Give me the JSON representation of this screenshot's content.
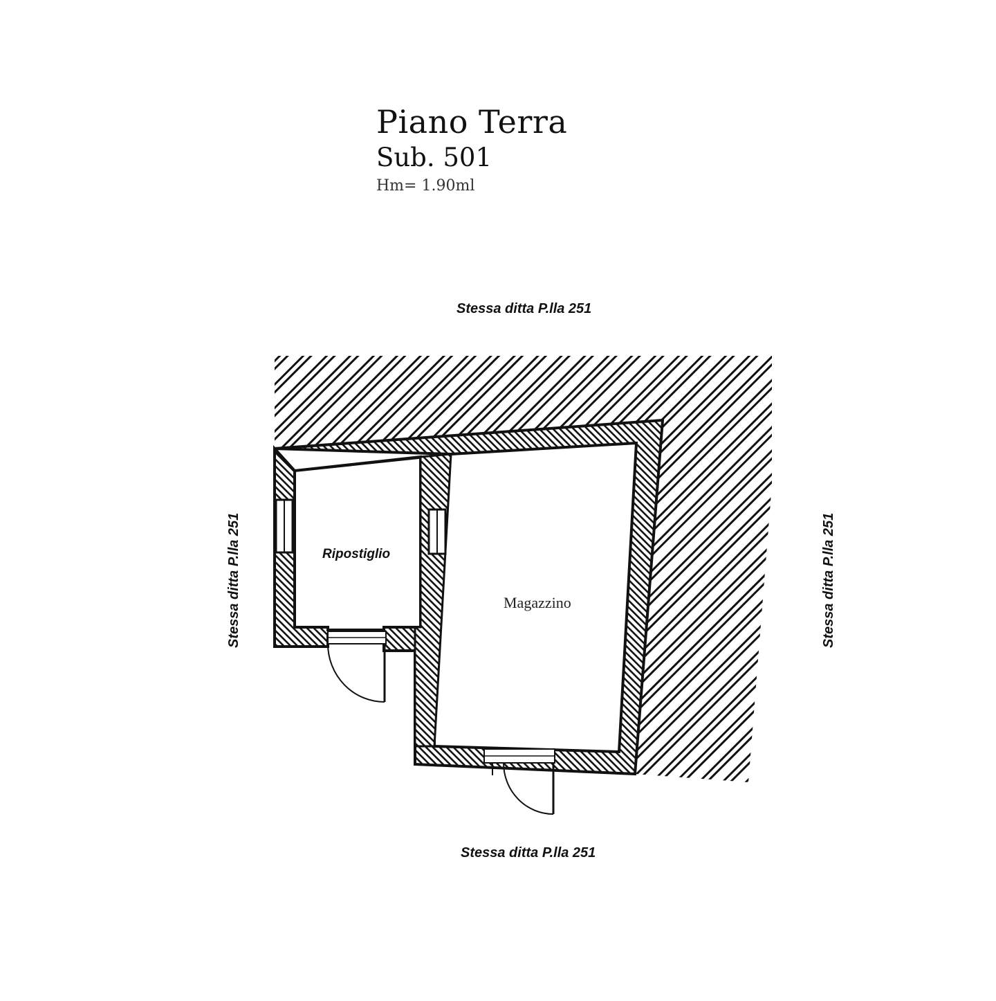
{
  "header": {
    "title": "Piano Terra",
    "subtitle": "Sub. 501",
    "height": "Hm= 1.90ml"
  },
  "neighbors": {
    "top": "Stessa ditta P.lla 251",
    "bottom": "Stessa ditta P.lla 251",
    "left": "Stessa ditta P.lla 251",
    "right": "Stessa ditta P.lla 251"
  },
  "rooms": {
    "storage_small": "Ripostiglio",
    "warehouse": "Magazzino"
  },
  "colors": {
    "ink": "#111111",
    "paper": "#ffffff"
  }
}
